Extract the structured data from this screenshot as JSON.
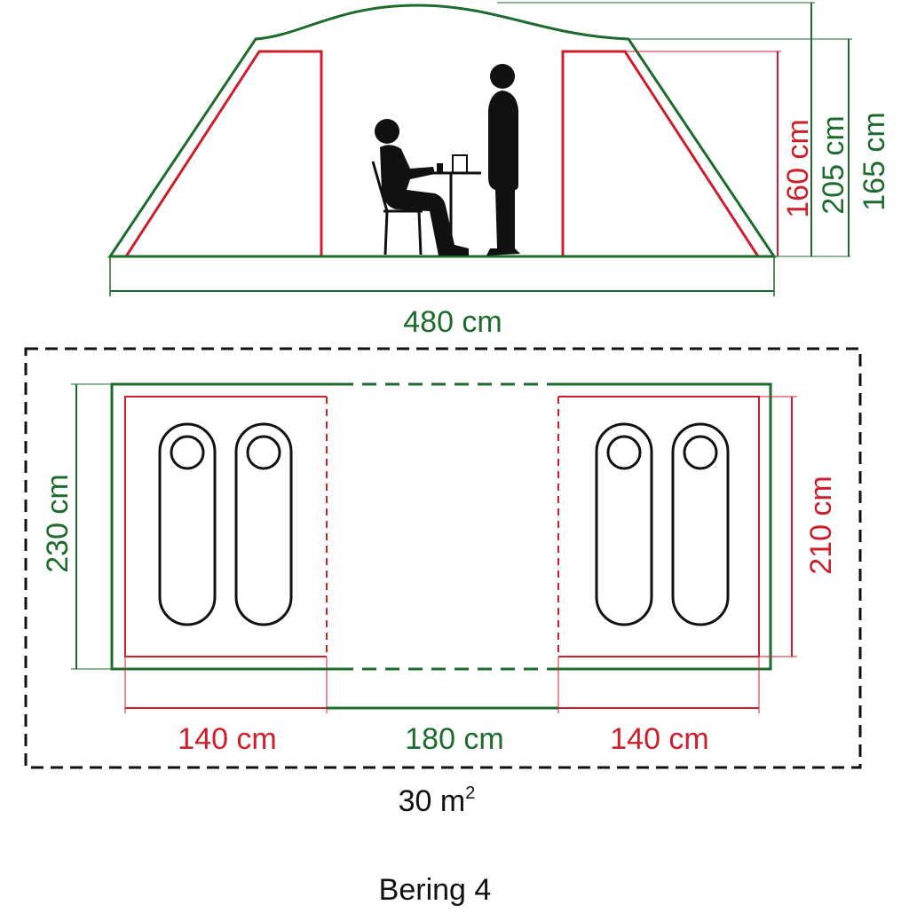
{
  "colors": {
    "green": "#1e6b2e",
    "red": "#cc1f2b",
    "black": "#111111",
    "fill": "#ffffff"
  },
  "side_view": {
    "width_label": "480 cm",
    "inner_height_label": "160 cm",
    "peak_height_label": "205 cm",
    "wall_height_label": "165 cm"
  },
  "floor_plan": {
    "depth_label": "230 cm",
    "bedroom_depth_label": "210 cm",
    "left_bedroom_width_label": "140 cm",
    "living_width_label": "180 cm",
    "right_bedroom_width_label": "140 cm",
    "area_value": "30 m",
    "area_exponent": "2"
  },
  "model_name": "Bering 4"
}
